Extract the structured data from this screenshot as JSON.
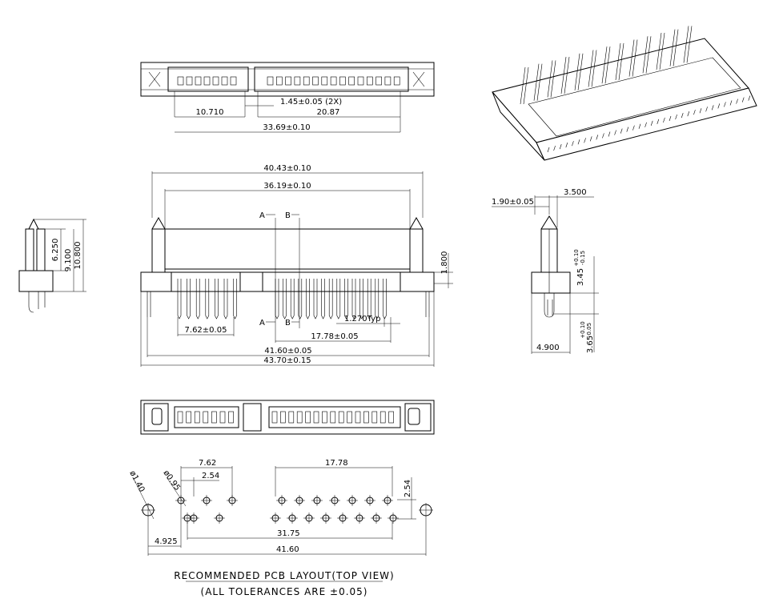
{
  "top_view": {
    "dims": [
      "10.710",
      "1.45±0.05 (2X)",
      "20.87",
      "33.69±0.10"
    ]
  },
  "front_view": {
    "dims_top": [
      "40.43±0.10",
      "36.19±0.10"
    ],
    "section_marks": [
      "A",
      "B",
      "A",
      "B"
    ],
    "dim_right": "1.800",
    "dims_bottom": [
      "7.62±0.05",
      "1.270Typ",
      "17.78±0.05",
      "41.60±0.05",
      "43.70±0.15"
    ]
  },
  "left_side_view": {
    "dims": [
      "6.250",
      "9.100",
      "10.800"
    ]
  },
  "right_side_view": {
    "dims": [
      "1.90±0.05",
      "3.500",
      "3.45",
      "+0.10",
      "-0.15",
      "3.65",
      "+0.10",
      "-0.05",
      "4.900"
    ]
  },
  "pcb_layout": {
    "dims": [
      "7.62",
      "2.54",
      "17.78",
      "2.54",
      "ø1.40",
      "ø0.95",
      "31.75",
      "4.925",
      "41.60"
    ],
    "caption_line1": "RECOMMENDED  PCB  LAYOUT(TOP  VIEW)",
    "caption_line2": "(ALL  TOLERANCES  ARE  ±0.05)"
  }
}
